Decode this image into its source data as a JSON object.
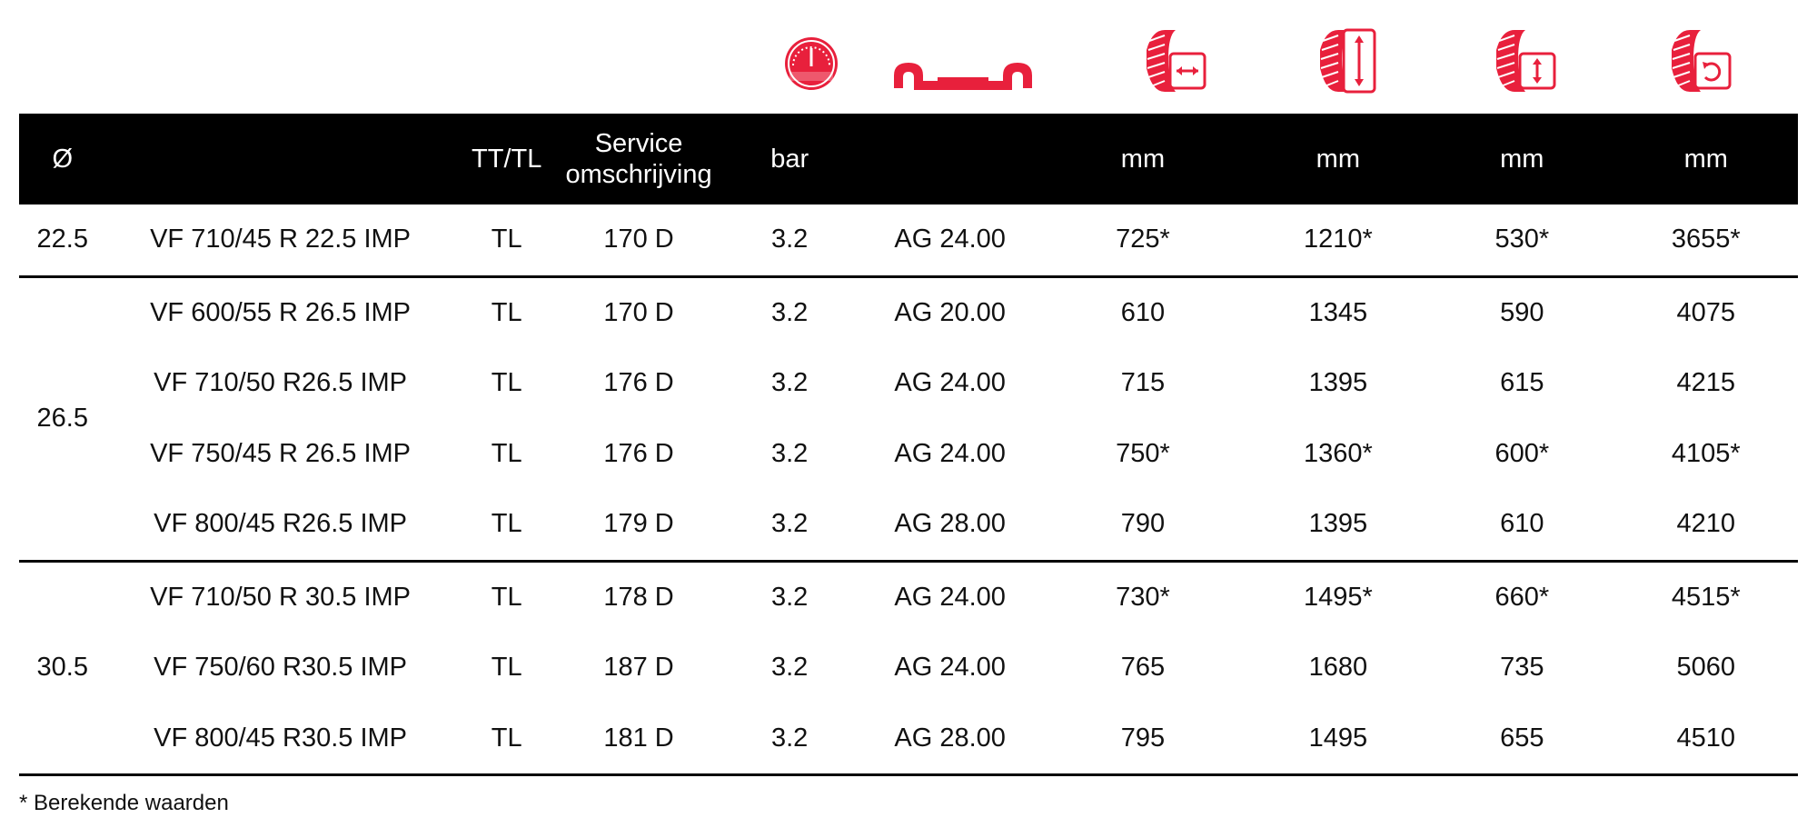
{
  "header": {
    "columns": [
      "Ø",
      "",
      "TT/TL",
      "Service omschrijving",
      "bar",
      "",
      "mm",
      "mm",
      "mm",
      "mm"
    ],
    "service_line1": "Service",
    "service_line2": "omschrijving"
  },
  "icons": [
    "pressure-gauge-icon",
    "rim-profile-icon",
    "tire-width-icon",
    "tire-diameter-icon",
    "tire-static-radius-icon",
    "tire-rolling-circumference-icon"
  ],
  "accent_color": "#e8203c",
  "groups": [
    {
      "diameter": "22.5",
      "rows": [
        [
          "VF 710/45 R 22.5 IMP",
          "TL",
          "170 D",
          "3.2",
          "AG 24.00",
          "725*",
          "1210*",
          "530*",
          "3655*"
        ]
      ]
    },
    {
      "diameter": "26.5",
      "rows": [
        [
          "VF 600/55 R 26.5 IMP",
          "TL",
          "170 D",
          "3.2",
          "AG 20.00",
          "610",
          "1345",
          "590",
          "4075"
        ],
        [
          "VF 710/50 R26.5 IMP",
          "TL",
          "176 D",
          "3.2",
          "AG 24.00",
          "715",
          "1395",
          "615",
          "4215"
        ],
        [
          "VF 750/45 R 26.5 IMP",
          "TL",
          "176 D",
          "3.2",
          "AG 24.00",
          "750*",
          "1360*",
          "600*",
          "4105*"
        ],
        [
          "VF 800/45 R26.5 IMP",
          "TL",
          "179 D",
          "3.2",
          "AG 28.00",
          "790",
          "1395",
          "610",
          "4210"
        ]
      ]
    },
    {
      "diameter": "30.5",
      "rows": [
        [
          "VF 710/50 R 30.5 IMP",
          "TL",
          "178 D",
          "3.2",
          "AG 24.00",
          "730*",
          "1495*",
          "660*",
          "4515*"
        ],
        [
          "VF 750/60 R30.5 IMP",
          "TL",
          "187 D",
          "3.2",
          "AG 24.00",
          "765",
          "1680",
          "735",
          "5060"
        ],
        [
          "VF 800/45 R30.5 IMP",
          "TL",
          "181 D",
          "3.2",
          "AG 28.00",
          "795",
          "1495",
          "655",
          "4510"
        ]
      ]
    }
  ],
  "footnote": "* Berekende waarden"
}
